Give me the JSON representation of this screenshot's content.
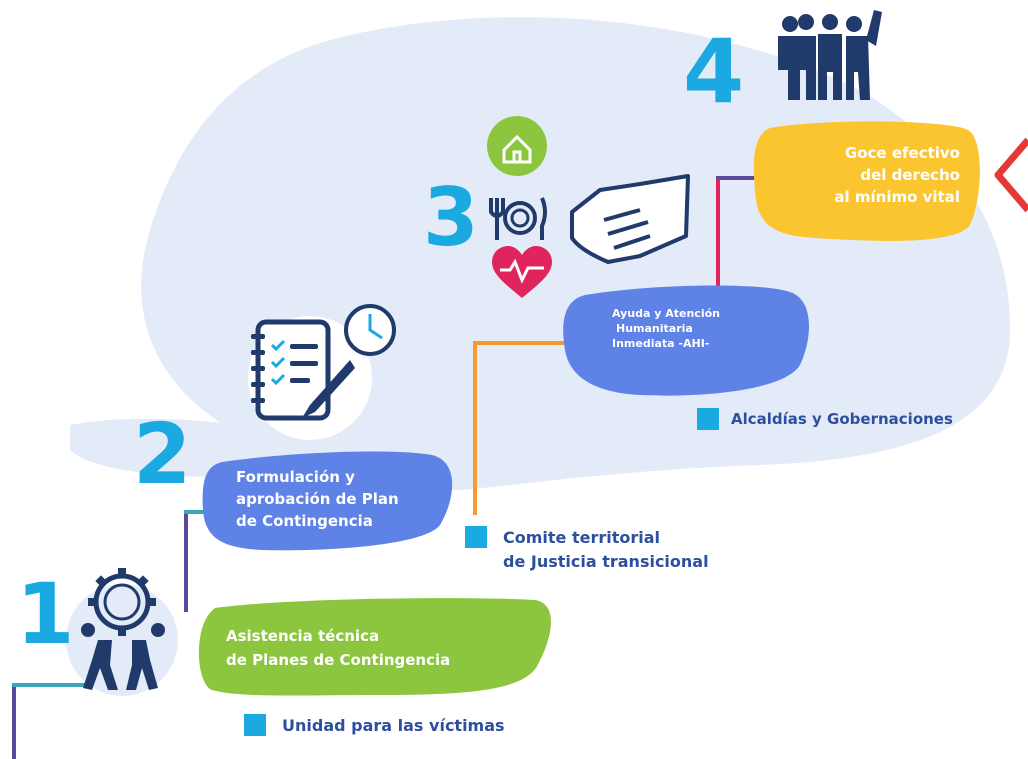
{
  "steps": [
    {
      "number": "1",
      "lines": [
        "Asistencia técnica",
        "de Planes de Contingencia"
      ],
      "icon": "gear-people-icon"
    },
    {
      "number": "2",
      "lines": [
        "Formulación y",
        "aprobación de Plan",
        "de Contingencia"
      ],
      "icon": "checklist-clock-icon"
    },
    {
      "number": "3",
      "lines": [
        "Ayuda y  Atención",
        "Humanitaria",
        "Inmediata -AHI-"
      ],
      "icon": "humanitarian-aid-icon"
    },
    {
      "number": "4",
      "lines": [
        "Goce efectivo",
        "del derecho",
        "al mínimo vital"
      ],
      "icon": "group-people-icon"
    }
  ],
  "legends": [
    {
      "lines": [
        "Unidad para las víctimas"
      ]
    },
    {
      "lines": [
        "Comite territorial",
        "de Justicia transicional"
      ]
    },
    {
      "lines": [
        "Alcaldías y Gobernaciones"
      ]
    }
  ],
  "colors": {
    "background_blob": "#e3ebf8",
    "number": "#1aa9e0",
    "pill_green": "#8cc63f",
    "pill_blue": "#5f82e6",
    "pill_yellow": "#fbc530",
    "legend_text": "#2d4f9e",
    "icon_navy": "#1f3a6b",
    "line_purple": "#5b4a9c",
    "line_teal": "#3aa6b9",
    "line_orange": "#f39b2f",
    "line_pink": "#e0245e",
    "arrow_red": "#e53935"
  }
}
